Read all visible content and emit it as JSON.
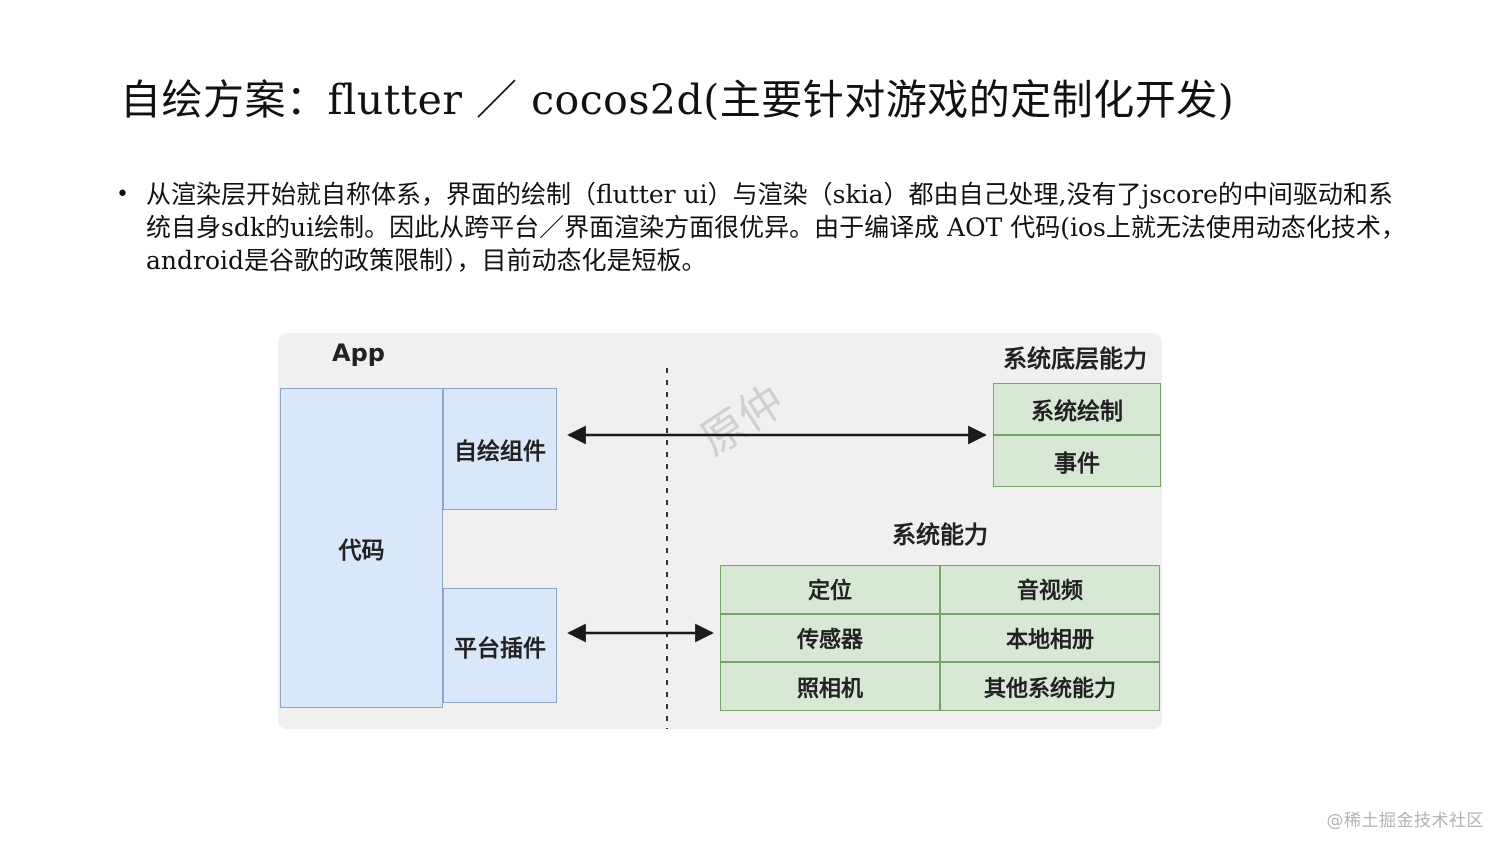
{
  "slide": {
    "title": "自绘方案：flutter ／ cocos2d(主要针对游戏的定制化开发)",
    "bullet_marker": "•",
    "bullet_text": "从渲染层开始就自称体系，界面的绘制（flutter ui）与渲染（skia）都由自己处理,没有了jscore的中间驱动和系统自身sdk的ui绘制。因此从跨平台／界面渲染方面很优异。由于编译成 AOT 代码(ios上就无法使用动态化技术，android是谷歌的政策限制），目前动态化是短板。"
  },
  "diagram": {
    "app_label": "App",
    "system_low_level_label": "系统底层能力",
    "code_box": "代码",
    "self_drawn_box": "自绘组件",
    "platform_plugin_box": "平台插件",
    "system_draw_box": "系统绘制",
    "event_box": "事件",
    "system_capability_label": "系统能力",
    "watermark": "原仲",
    "capability_table": {
      "rows": [
        [
          "定位",
          "音视频"
        ],
        [
          "传感器",
          "本地相册"
        ],
        [
          "照相机",
          "其他系统能力"
        ]
      ]
    }
  },
  "footer": {
    "watermark": "@稀土掘金技术社区"
  },
  "colors": {
    "panel_bg": "#f0f0f0",
    "blue_fill": "#d9e7fb",
    "blue_border": "#8ba7c7",
    "green_fill": "#d7e9d5",
    "green_border": "#74a562",
    "arrow": "#1a1a1a"
  }
}
